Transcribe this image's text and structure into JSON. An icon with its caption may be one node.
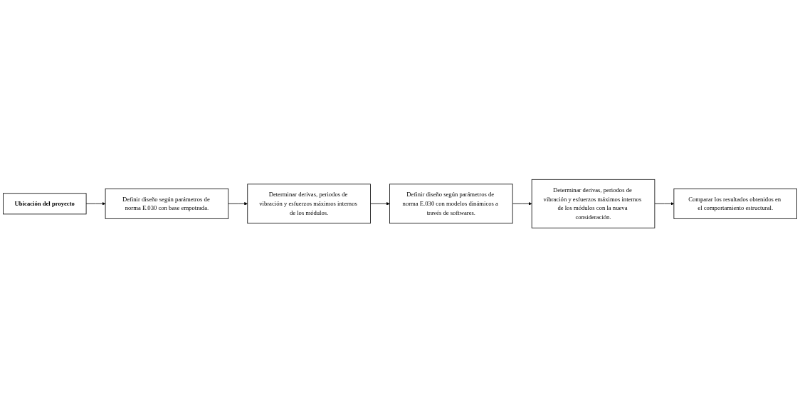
{
  "diagram": {
    "nodes": [
      {
        "text": [
          "Ubicación del proyecto"
        ]
      },
      {
        "text": [
          "Definir diseño según parámetros de norma E.030 con base empotrada."
        ]
      },
      {
        "text": [
          "Determinar derivas, periodos de vibración y esfuerzos máximos internos de los módulos."
        ]
      },
      {
        "text": [
          "Definir diseño según parámetros de norma E.030 con modelos dinámicos a través de softwares."
        ]
      },
      {
        "text": [
          "Determinar derivas, periodos de vibración y esfuerzos máximos internos de los módulos con la nueva consideración."
        ]
      },
      {
        "text": [
          "Comparar los resultados obtenidos en el comportamiento estructural."
        ]
      }
    ],
    "edges": [
      {
        "from": 0,
        "to": 1,
        "arrow": "to"
      },
      {
        "from": 1,
        "to": 2,
        "arrow": "to"
      },
      {
        "from": 2,
        "to": 3,
        "arrow": "to"
      },
      {
        "from": 3,
        "to": 4,
        "arrow": "to"
      },
      {
        "from": 4,
        "to": 5,
        "arrow": "to"
      }
    ]
  }
}
